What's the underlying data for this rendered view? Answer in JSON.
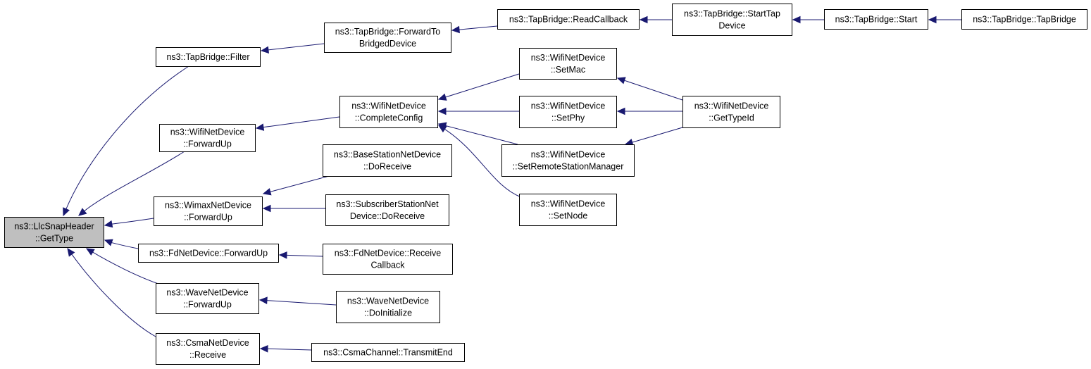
{
  "diagram": {
    "root_node": "llc-get-type",
    "colors": {
      "edge": "#191970",
      "root_fill": "#bfbfbf",
      "node_fill": "#ffffff",
      "node_border": "#000000"
    },
    "nodes": [
      {
        "id": "llc-get-type",
        "lines": [
          "ns3::LlcSnapHeader",
          "::GetType"
        ]
      },
      {
        "id": "tapbridge-filter",
        "lines": [
          "ns3::TapBridge::Filter"
        ]
      },
      {
        "id": "wifi-forward-up",
        "lines": [
          "ns3::WifiNetDevice",
          "::ForwardUp"
        ]
      },
      {
        "id": "wimax-forward-up",
        "lines": [
          "ns3::WimaxNetDevice",
          "::ForwardUp"
        ]
      },
      {
        "id": "fd-forward-up",
        "lines": [
          "ns3::FdNetDevice::ForwardUp"
        ]
      },
      {
        "id": "wave-forward-up",
        "lines": [
          "ns3::WaveNetDevice",
          "::ForwardUp"
        ]
      },
      {
        "id": "csma-receive",
        "lines": [
          "ns3::CsmaNetDevice",
          "::Receive"
        ]
      },
      {
        "id": "tapbridge-forward-to",
        "lines": [
          "ns3::TapBridge::ForwardTo",
          "BridgedDevice"
        ]
      },
      {
        "id": "wifi-complete-config",
        "lines": [
          "ns3::WifiNetDevice",
          "::CompleteConfig"
        ]
      },
      {
        "id": "bs-do-receive",
        "lines": [
          "ns3::BaseStationNetDevice",
          "::DoReceive"
        ]
      },
      {
        "id": "ss-do-receive",
        "lines": [
          "ns3::SubscriberStationNet",
          "Device::DoReceive"
        ]
      },
      {
        "id": "fd-receive-callback",
        "lines": [
          "ns3::FdNetDevice::Receive",
          "Callback"
        ]
      },
      {
        "id": "wave-do-initialize",
        "lines": [
          "ns3::WaveNetDevice",
          "::DoInitialize"
        ]
      },
      {
        "id": "csma-transmit-end",
        "lines": [
          "ns3::CsmaChannel::TransmitEnd"
        ]
      },
      {
        "id": "tapbridge-read-callback",
        "lines": [
          "ns3::TapBridge::ReadCallback"
        ]
      },
      {
        "id": "wifi-set-mac",
        "lines": [
          "ns3::WifiNetDevice",
          "::SetMac"
        ]
      },
      {
        "id": "wifi-set-phy",
        "lines": [
          "ns3::WifiNetDevice",
          "::SetPhy"
        ]
      },
      {
        "id": "wifi-set-remote-station-manager",
        "lines": [
          "ns3::WifiNetDevice",
          "::SetRemoteStationManager"
        ]
      },
      {
        "id": "wifi-set-node",
        "lines": [
          "ns3::WifiNetDevice",
          "::SetNode"
        ]
      },
      {
        "id": "tapbridge-start-tap-device",
        "lines": [
          "ns3::TapBridge::StartTap",
          "Device"
        ]
      },
      {
        "id": "wifi-get-type-id",
        "lines": [
          "ns3::WifiNetDevice",
          "::GetTypeId"
        ]
      },
      {
        "id": "tapbridge-start",
        "lines": [
          "ns3::TapBridge::Start"
        ]
      },
      {
        "id": "tapbridge-ctor",
        "lines": [
          "ns3::TapBridge::TapBridge"
        ]
      }
    ],
    "edges": [
      {
        "from": "tapbridge-filter",
        "to": "llc-get-type"
      },
      {
        "from": "wifi-forward-up",
        "to": "llc-get-type"
      },
      {
        "from": "wimax-forward-up",
        "to": "llc-get-type"
      },
      {
        "from": "fd-forward-up",
        "to": "llc-get-type"
      },
      {
        "from": "wave-forward-up",
        "to": "llc-get-type"
      },
      {
        "from": "csma-receive",
        "to": "llc-get-type"
      },
      {
        "from": "tapbridge-forward-to",
        "to": "tapbridge-filter"
      },
      {
        "from": "tapbridge-read-callback",
        "to": "tapbridge-forward-to"
      },
      {
        "from": "tapbridge-start-tap-device",
        "to": "tapbridge-read-callback"
      },
      {
        "from": "tapbridge-start",
        "to": "tapbridge-start-tap-device"
      },
      {
        "from": "tapbridge-ctor",
        "to": "tapbridge-start"
      },
      {
        "from": "wifi-complete-config",
        "to": "wifi-forward-up"
      },
      {
        "from": "wifi-set-mac",
        "to": "wifi-complete-config"
      },
      {
        "from": "wifi-set-phy",
        "to": "wifi-complete-config"
      },
      {
        "from": "wifi-set-remote-station-manager",
        "to": "wifi-complete-config"
      },
      {
        "from": "wifi-set-node",
        "to": "wifi-complete-config"
      },
      {
        "from": "wifi-get-type-id",
        "to": "wifi-set-mac"
      },
      {
        "from": "wifi-get-type-id",
        "to": "wifi-set-phy"
      },
      {
        "from": "wifi-get-type-id",
        "to": "wifi-set-remote-station-manager"
      },
      {
        "from": "bs-do-receive",
        "to": "wimax-forward-up"
      },
      {
        "from": "ss-do-receive",
        "to": "wimax-forward-up"
      },
      {
        "from": "fd-receive-callback",
        "to": "fd-forward-up"
      },
      {
        "from": "wave-do-initialize",
        "to": "wave-forward-up"
      },
      {
        "from": "csma-transmit-end",
        "to": "csma-receive"
      }
    ]
  }
}
